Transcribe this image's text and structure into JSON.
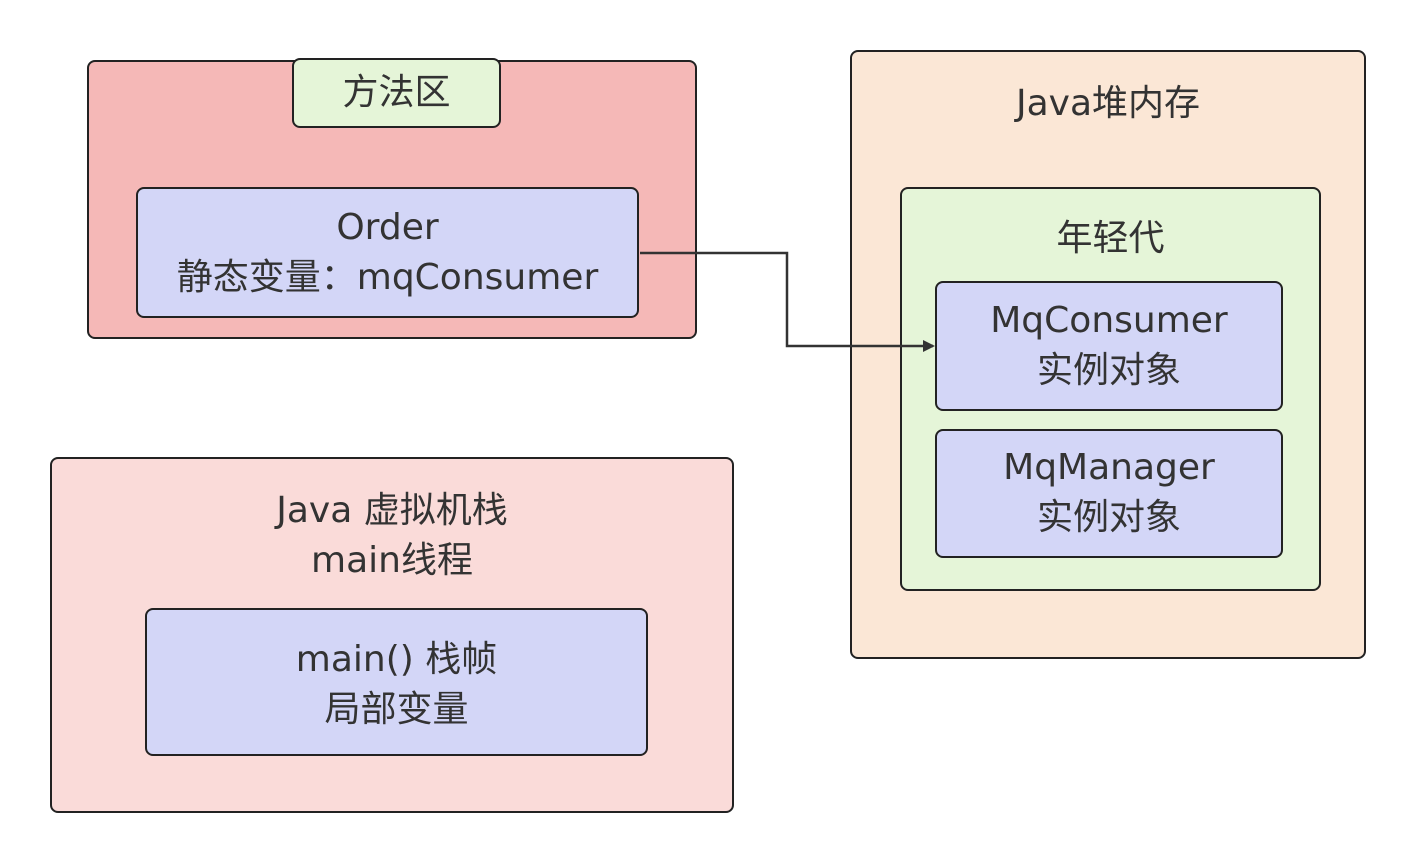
{
  "method_area": {
    "title": "方法区",
    "order": {
      "line1": "Order",
      "line2": "静态变量：mqConsumer"
    }
  },
  "stack": {
    "title_line1": "Java 虚拟机栈",
    "title_line2": "main线程",
    "frame": {
      "line1": "main() 栈帧",
      "line2": "局部变量"
    }
  },
  "heap": {
    "title": "Java堆内存",
    "young_gen": {
      "title": "年轻代",
      "consumer": {
        "line1": "MqConsumer",
        "line2": "实例对象"
      },
      "manager": {
        "line1": "MqManager",
        "line2": "实例对象"
      }
    }
  },
  "colors": {
    "method_area": "#f5b8b7",
    "stack_area": "#fadbd9",
    "heap_area": "#fbe7d6",
    "young_gen": "#e5f5d8",
    "object_box": "#d3d6f7",
    "edge": "#333333"
  }
}
